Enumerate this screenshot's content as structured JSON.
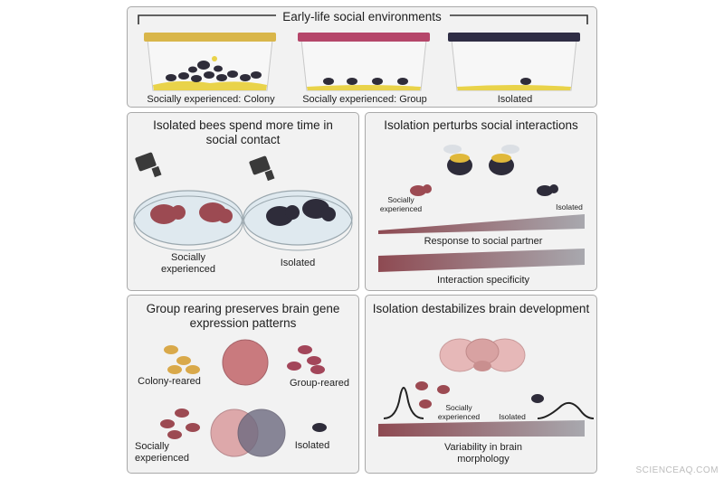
{
  "top": {
    "title": "Early-life social environments",
    "boxes": [
      {
        "label": "Socially experienced: Colony",
        "lid_color": "#d9b64a"
      },
      {
        "label": "Socially experienced: Group",
        "lid_color": "#b5466a"
      },
      {
        "label": "Isolated",
        "lid_color": "#2f2d45"
      }
    ]
  },
  "panel_contact": {
    "title_line1": "Isolated bees spend more time in",
    "title_line2": "social contact",
    "left_label_line1": "Socially",
    "left_label_line2": "experienced",
    "right_label": "Isolated"
  },
  "panel_interactions": {
    "title": "Isolation perturbs social interactions",
    "left_label_line1": "Socially",
    "left_label_line2": "experienced",
    "right_label": "Isolated",
    "bar1_label": "Response to social partner",
    "bar2_label": "Interaction specificity"
  },
  "panel_gene": {
    "title_line1": "Group rearing preserves brain gene",
    "title_line2": "expression patterns",
    "colony_label": "Colony-reared",
    "group_label": "Group-reared",
    "socially_line1": "Socially",
    "socially_line2": "experienced",
    "isolated_label": "Isolated"
  },
  "panel_brain": {
    "title": "Isolation destabilizes brain development",
    "socially_line1": "Socially",
    "socially_line2": "experienced",
    "isolated_label": "Isolated",
    "bar_label_line1": "Variability in brain",
    "bar_label_line2": "morphology"
  },
  "colors": {
    "social": "#9c4a52",
    "isolated": "#2e2c3a",
    "colony": "#d9a94a",
    "yellow": "#e9d34a"
  },
  "watermark": "SCIENCEAQ.COM"
}
